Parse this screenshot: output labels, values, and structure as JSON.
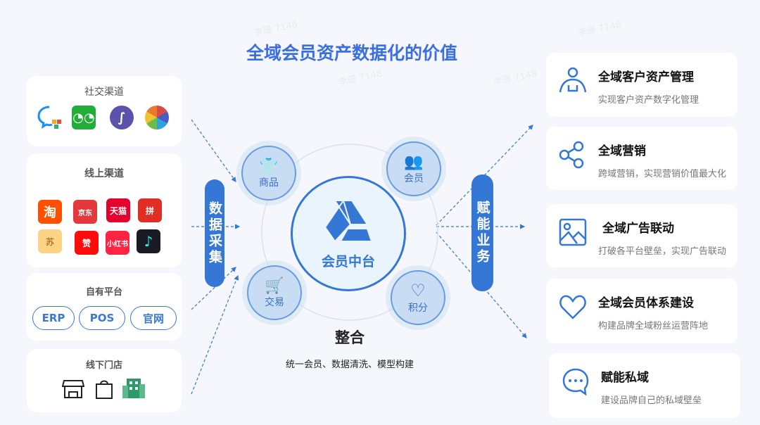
{
  "title": "全域会员资产数据化的价值",
  "watermark": "李珊 7148",
  "left": {
    "social": {
      "title": "社交渠道",
      "icons": [
        "enterprise-wechat-icon",
        "wechat-icon",
        "mini-program-icon",
        "aperture-icon"
      ]
    },
    "online": {
      "title": "线上渠道",
      "apps": [
        {
          "label": "淘",
          "color": "#ff5000"
        },
        {
          "label": "京东",
          "color": "#e4393c"
        },
        {
          "label": "天猫",
          "color": "#e6002d"
        },
        {
          "label": "拼",
          "color": "#e02e24"
        },
        {
          "label": "苏",
          "color": "#fcd584"
        },
        {
          "label": "赞",
          "color": "#ff0b0b"
        },
        {
          "label": "小红书",
          "color": "#ff2442"
        },
        {
          "label": "♪",
          "color": "#1a1a24"
        }
      ]
    },
    "own": {
      "title": "自有平台",
      "buttons": [
        "ERP",
        "POS",
        "官网"
      ]
    },
    "offline": {
      "title": "线下门店"
    }
  },
  "collect": "数据采集",
  "enable": "赋能业务",
  "center": {
    "label": "会员中台",
    "nodes": [
      "商品",
      "会员",
      "交易",
      "积分"
    ],
    "integrate": "整合",
    "integrate_desc": "统一会员、数据清洗、模型构建"
  },
  "right": [
    {
      "title": "全域客户资产管理",
      "desc": "实现客户资产数字化管理"
    },
    {
      "title": "全域营销",
      "desc": "跨域营销，实现营销价值最大化"
    },
    {
      "title": "全域广告联动",
      "desc": "打破各平台壁垒，实现广告联动"
    },
    {
      "title": "全域会员体系建设",
      "desc": "构建品牌全域粉丝运营阵地"
    },
    {
      "title": "赋能私域",
      "desc": "建设品牌自己的私域壁垒"
    }
  ],
  "colors": {
    "accent": "#3577d4",
    "title": "#3b6fe0"
  }
}
